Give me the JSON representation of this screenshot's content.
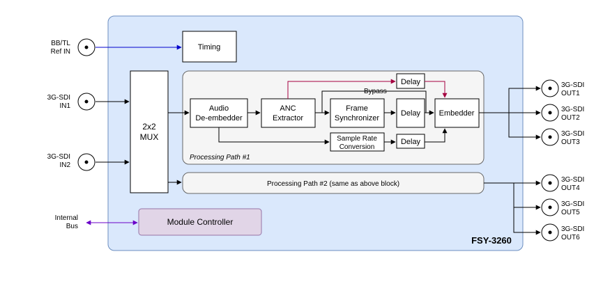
{
  "module_name": "FSY-3260",
  "inputs": {
    "ref": [
      "BB/TL",
      "Ref IN"
    ],
    "in1": [
      "3G-SDI",
      "IN1"
    ],
    "in2": [
      "3G-SDI",
      "IN2"
    ],
    "bus": [
      "Internal",
      "Bus"
    ]
  },
  "blocks": {
    "timing": "Timing",
    "mux": [
      "2x2",
      "MUX"
    ],
    "audio_deembedder": [
      "Audio",
      "De-embedder"
    ],
    "anc_extractor": [
      "ANC",
      "Extractor"
    ],
    "frame_synchronizer": [
      "Frame",
      "Synchronizer"
    ],
    "delay_top": "Delay",
    "delay_mid": "Delay",
    "delay_bottom": "Delay",
    "embedder": "Embedder",
    "sample_rate_conversion": [
      "Sample Rate",
      "Conversion"
    ],
    "bypass": "Bypass",
    "path1_label": "Processing Path #1",
    "path2_label": "Processing Path #2 (same as above block)",
    "module_controller": "Module Controller"
  },
  "outputs": [
    [
      "3G-SDI",
      "OUT1"
    ],
    [
      "3G-SDI",
      "OUT2"
    ],
    [
      "3G-SDI",
      "OUT3"
    ],
    [
      "3G-SDI",
      "OUT4"
    ],
    [
      "3G-SDI",
      "OUT5"
    ],
    [
      "3G-SDI",
      "OUT6"
    ]
  ],
  "colors": {
    "module_fill": "#dae8fc",
    "module_stroke": "#6c8ebf",
    "path_fill": "#f5f5f5",
    "path_stroke": "#666666",
    "controller_fill": "#e1d5e7",
    "controller_stroke": "#9673a6",
    "ref_line": "#0000cc",
    "bus_line": "#6a00c9",
    "anc_line": "#a50040"
  }
}
